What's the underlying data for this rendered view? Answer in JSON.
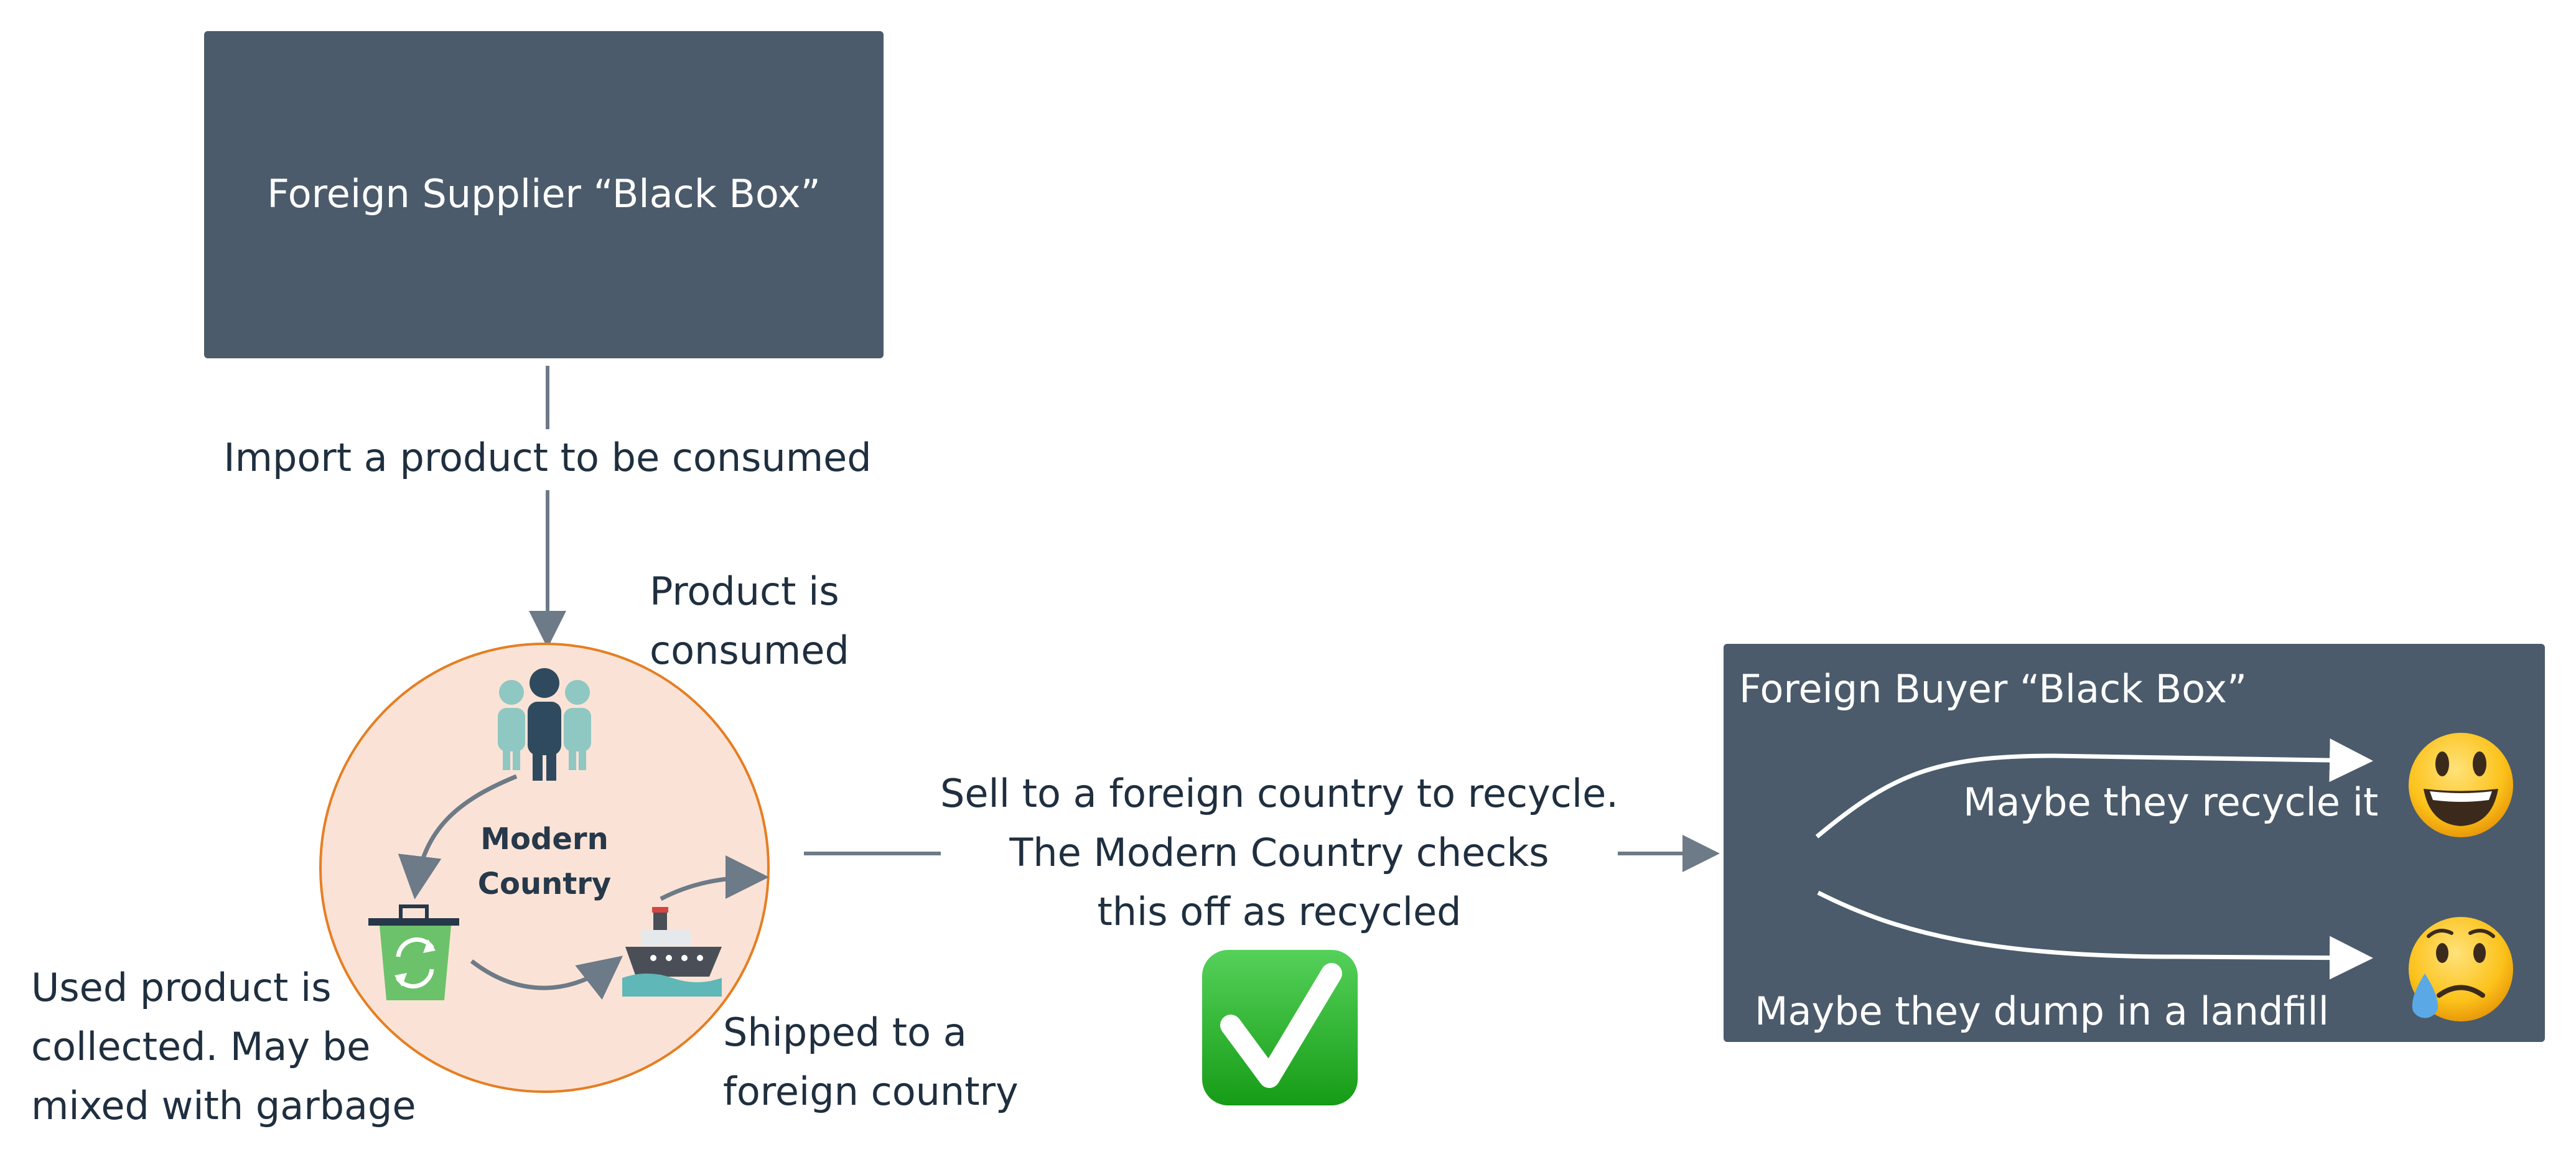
{
  "supplier_box": {
    "label": "Foreign Supplier “Black Box”"
  },
  "import_edge": {
    "label": "Import a product to be consumed"
  },
  "country": {
    "name_line1": "Modern",
    "name_line2": "Country",
    "fill": "#fae3d6",
    "stroke": "#e67e22"
  },
  "consumed_note": {
    "line1": "Product is",
    "line2": "consumed"
  },
  "collected_note": {
    "line1": "Used product is",
    "line2": "collected. May be",
    "line3": "mixed with garbage"
  },
  "shipped_note": {
    "line1": "Shipped to a",
    "line2": "foreign country"
  },
  "sell_edge": {
    "line1": "Sell to a foreign country to recycle.",
    "line2": "The Modern Country checks",
    "line3": "this off as recycled"
  },
  "buyer_box": {
    "title": "Foreign Buyer “Black Box”",
    "outcome_recycle": "Maybe they recycle it",
    "outcome_landfill": "Maybe they dump in a landfill"
  },
  "icons": [
    "people-icon",
    "recycle-bin-icon",
    "cargo-ship-icon",
    "check-mark-icon",
    "smiley-face-icon",
    "crying-face-icon"
  ],
  "colors": {
    "box_fill": "#4b5b6b",
    "arrow": "#6d7a87",
    "check_green": "#2cb22c",
    "bin_green": "#6cc26a",
    "people": "#2f4a5e",
    "people_light": "#8fc7c2"
  }
}
